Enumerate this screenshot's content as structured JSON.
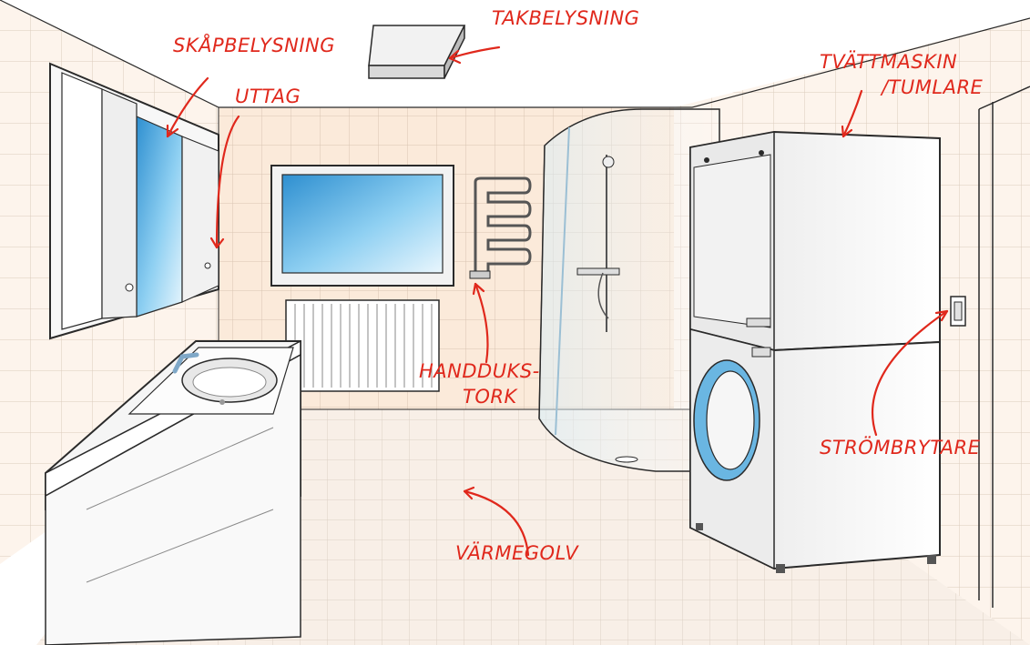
{
  "colors": {
    "ink": "#2a2a2a",
    "annotation": "#e0281c",
    "wall_tile": "#fbeada",
    "floor_tile": "#f7eee6",
    "glass": "#7fc0e6",
    "appliance": "#f4f4f4"
  },
  "icons": {
    "ceiling_light": "takbelysning-lamp",
    "mirror_cabinet": "mirror-cabinet",
    "window": "window",
    "towel_dryer": "heated-towel-rail",
    "shower": "shower-cabin",
    "radiator": "radiator",
    "sink": "sink-vanity",
    "dryer": "tumble-dryer",
    "washer": "washing-machine",
    "switch": "wall-switch"
  },
  "labels": {
    "takbelysning": "TAKBELYSNING",
    "skapbelysning": "SKÅPBELYSNING",
    "uttag": "UTTAG",
    "tvattmaskin_line1": "TVÄTTMASKIN",
    "tvattmaskin_line2": "/TUMLARE",
    "handdukstork_line1": "HANDDUKS-",
    "handdukstork_line2": "TORK",
    "strombrytare": "STRÖMBRYTARE",
    "varmegolv": "VÄRMEGOLV"
  }
}
